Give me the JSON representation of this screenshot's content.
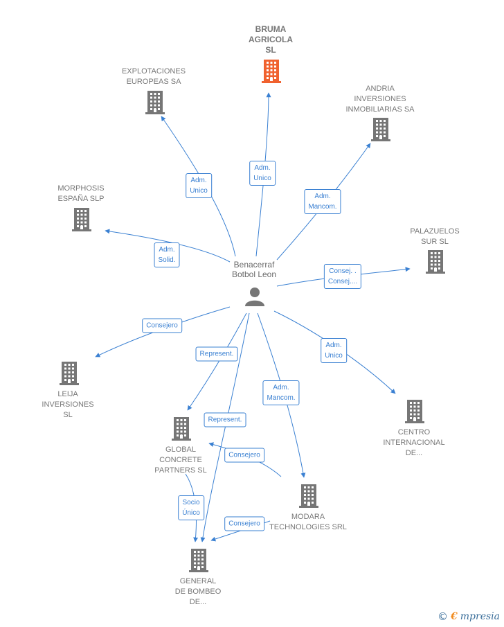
{
  "center": {
    "label": "Benacerraf\nBotbol Leon",
    "icon": "person-icon"
  },
  "colors": {
    "edge": "#3a80d2",
    "building": "#767676",
    "highlight": "#f0622f"
  },
  "nodes": [
    {
      "id": "bruma",
      "label": "BRUMA\nAGRICOLA\nSL",
      "highlight": true
    },
    {
      "id": "explotaciones",
      "label": "EXPLOTACIONES\nEUROPEAS SA"
    },
    {
      "id": "andria",
      "label": "ANDRIA\nINVERSIONES\nINMOBILIARIAS SA"
    },
    {
      "id": "morphosis",
      "label": "MORPHOSIS\nESPAÑA SLP"
    },
    {
      "id": "palazuelos",
      "label": "PALAZUELOS\nSUR SL"
    },
    {
      "id": "leija",
      "label": "LEIJA\nINVERSIONES\nSL"
    },
    {
      "id": "centro",
      "label": "CENTRO\nINTERNACIONAL\nDE..."
    },
    {
      "id": "global",
      "label": "GLOBAL\nCONCRETE\nPARTNERS  SL"
    },
    {
      "id": "modara",
      "label": "MODARA\nTECHNOLOGIES SRL"
    },
    {
      "id": "general",
      "label": "GENERAL\nDE BOMBEO\nDE..."
    }
  ],
  "edges": [
    {
      "from": "center",
      "to": "bruma",
      "label": "Adm.\nUnico"
    },
    {
      "from": "center",
      "to": "explotaciones",
      "label": "Adm.\nUnico"
    },
    {
      "from": "center",
      "to": "andria",
      "label": "Adm.\nMancom."
    },
    {
      "from": "center",
      "to": "morphosis",
      "label": "Adm.\nSolid."
    },
    {
      "from": "center",
      "to": "palazuelos",
      "label": "Consej. .\nConsej...."
    },
    {
      "from": "center",
      "to": "leija",
      "label": "Consejero"
    },
    {
      "from": "center",
      "to": "centro",
      "label": "Adm.\nUnico"
    },
    {
      "from": "center",
      "to": "global",
      "label": "Represent."
    },
    {
      "from": "center",
      "to": "modara",
      "label": "Adm.\nMancom."
    },
    {
      "from": "center",
      "to": "general",
      "label": "Represent."
    },
    {
      "from": "modara",
      "to": "global",
      "label": "Consejero"
    },
    {
      "from": "global",
      "to": "general",
      "label": "Socio\nÚnico"
    },
    {
      "from": "modara",
      "to": "general",
      "label": "Consejero"
    }
  ],
  "brand": {
    "copyright": "©",
    "initial": "€",
    "name": "mpresia"
  }
}
